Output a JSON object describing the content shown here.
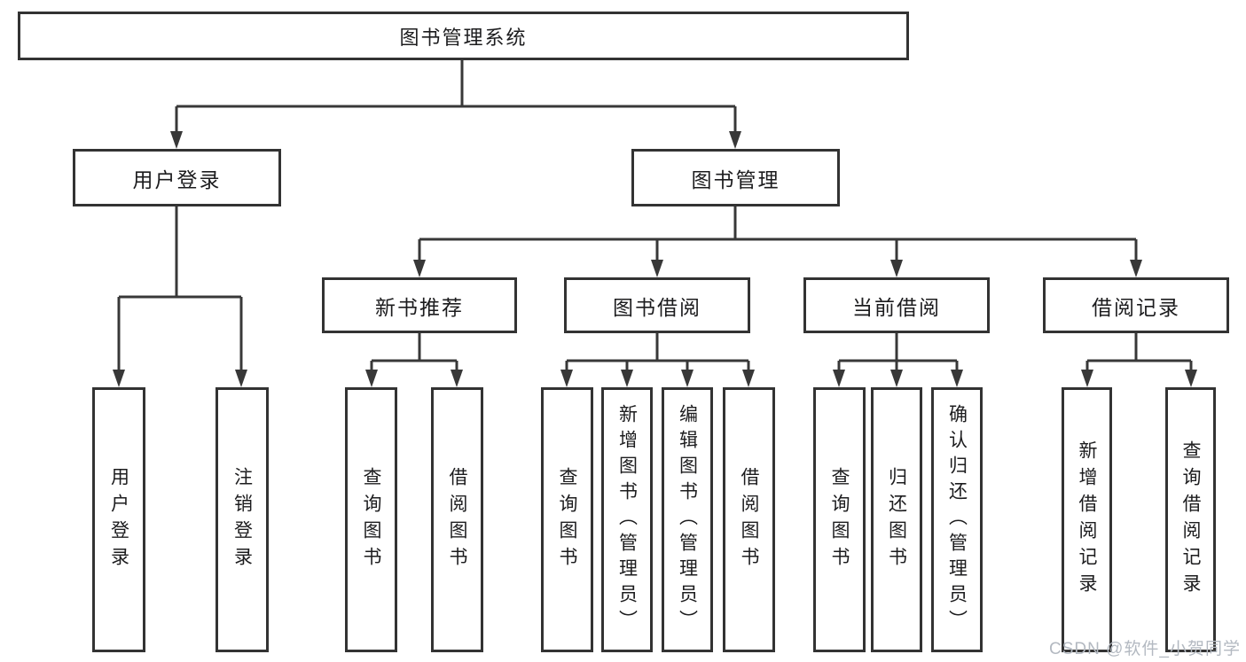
{
  "tree": {
    "root": {
      "label": "图书管理系统",
      "children": [
        {
          "label": "用户登录",
          "children": [
            {
              "label": "用户登录"
            },
            {
              "label": "注销登录"
            }
          ]
        },
        {
          "label": "图书管理",
          "children": [
            {
              "label": "新书推荐",
              "children": [
                {
                  "label": "查询图书"
                },
                {
                  "label": "借阅图书"
                }
              ]
            },
            {
              "label": "图书借阅",
              "children": [
                {
                  "label": "查询图书"
                },
                {
                  "label": "新增图书（管理员）"
                },
                {
                  "label": "编辑图书（管理员）"
                },
                {
                  "label": "借阅图书"
                }
              ]
            },
            {
              "label": "当前借阅",
              "children": [
                {
                  "label": "查询图书"
                },
                {
                  "label": "归还图书"
                },
                {
                  "label": "确认归还（管理员）"
                }
              ]
            },
            {
              "label": "借阅记录",
              "children": [
                {
                  "label": "新增借阅记录"
                },
                {
                  "label": "查询借阅记录"
                }
              ]
            }
          ]
        }
      ]
    }
  },
  "watermark": {
    "text": "CSDN @软件_小贺同学"
  },
  "colors": {
    "line": "#383838",
    "box_border": "#333333",
    "text": "#1c1c1e",
    "watermark": "#b3b9c1",
    "background": "#ffffff"
  }
}
